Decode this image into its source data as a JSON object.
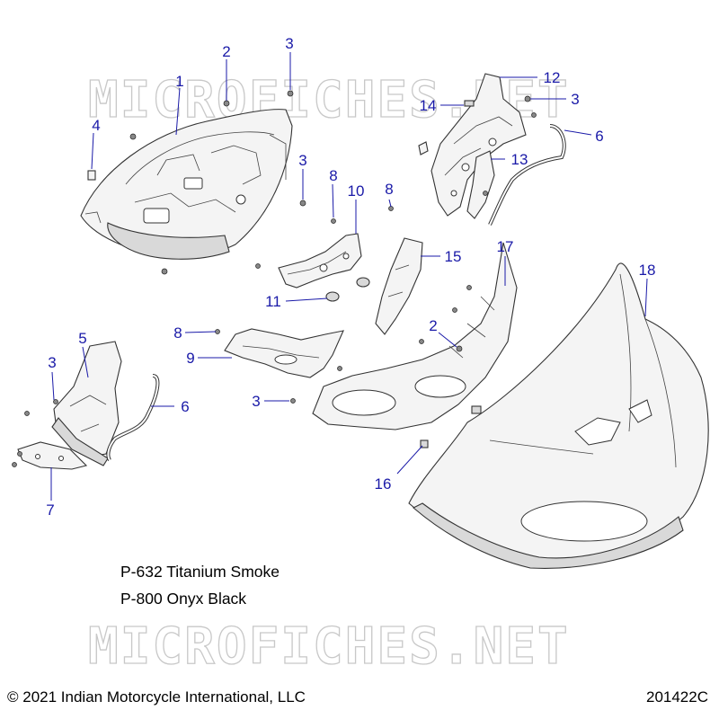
{
  "watermark": "MICROFICHES.NET",
  "callouts": {
    "c1": "1",
    "c2a": "2",
    "c2b": "2",
    "c3a": "3",
    "c3b": "3",
    "c3c": "3",
    "c3d": "3",
    "c3e": "3",
    "c4": "4",
    "c5": "5",
    "c6a": "6",
    "c6b": "6",
    "c7": "7",
    "c8a": "8",
    "c8b": "8",
    "c8c": "8",
    "c9": "9",
    "c10": "10",
    "c11": "11",
    "c12": "12",
    "c13": "13",
    "c14": "14",
    "c15": "15",
    "c16": "16",
    "c17": "17",
    "c18": "18"
  },
  "notes": {
    "line1": "P-632 Titanium Smoke",
    "line2": "P-800 Onyx Black"
  },
  "footer": {
    "copyright": "© 2021 Indian Motorcycle International, LLC",
    "figure_id": "201422C"
  }
}
